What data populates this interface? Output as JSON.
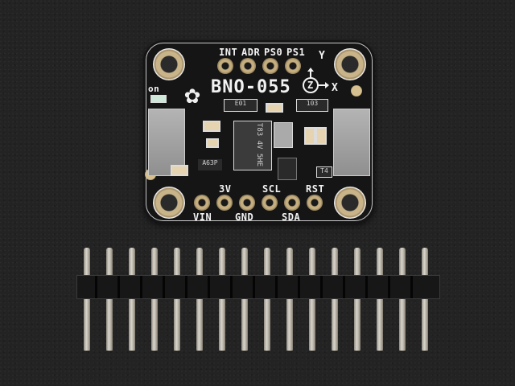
{
  "board": {
    "title": "BNO-055",
    "top_pins": [
      "INT",
      "ADR",
      "PS0",
      "PS1"
    ],
    "bottom_labels_top_row": [
      "3V",
      "SCL",
      "RST"
    ],
    "bottom_labels_bottom_row": [
      "VIN",
      "GND",
      "SDA"
    ],
    "led_label": "on",
    "axis_labels": {
      "y": "Y",
      "x": "X",
      "z": "Z"
    },
    "chip_markings": {
      "main_ic": "T83 4V 5HE",
      "top_left_pack": "E01",
      "top_right_pack": "103",
      "regulator": "A63P",
      "transistor": "T4"
    },
    "colors": {
      "pcb": "#151515",
      "pad_gold": "#c4ad7e",
      "silkscreen": "#f2f2f2",
      "background": "#232323"
    }
  },
  "header": {
    "pin_count": 16
  }
}
